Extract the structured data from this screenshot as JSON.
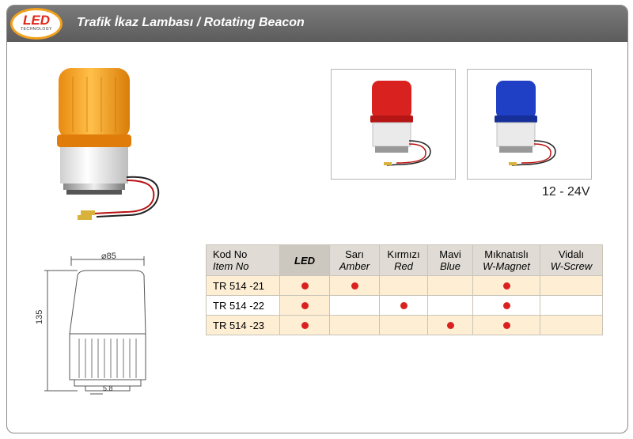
{
  "header": {
    "logo_text": "LED",
    "logo_subtext": "TECHNOLOGY",
    "title": "Trafik İkaz Lambası / Rotating Beacon"
  },
  "voltage": "12 - 24V",
  "drawing": {
    "diameter_label": "⌀85",
    "height_label": "135",
    "base_label": "5.8"
  },
  "table": {
    "headers": [
      {
        "tr": "Kod No",
        "en": "Item No"
      },
      {
        "tr": "LED",
        "en": ""
      },
      {
        "tr": "Sarı",
        "en": "Amber"
      },
      {
        "tr": "Kırmızı",
        "en": "Red"
      },
      {
        "tr": "Mavi",
        "en": "Blue"
      },
      {
        "tr": "Mıknatıslı",
        "en": "W-Magnet"
      },
      {
        "tr": "Vidalı",
        "en": "W-Screw"
      }
    ],
    "rows": [
      {
        "code": "TR 514 -21",
        "marks": [
          true,
          true,
          false,
          false,
          true,
          false
        ]
      },
      {
        "code": "TR 514 -22",
        "marks": [
          true,
          false,
          true,
          false,
          true,
          false
        ]
      },
      {
        "code": "TR 514 -23",
        "marks": [
          true,
          false,
          false,
          true,
          true,
          false
        ]
      }
    ]
  },
  "colors": {
    "amber": "#f5a21a",
    "red": "#d92220",
    "blue": "#1f3fc4",
    "dot": "#d92220"
  }
}
